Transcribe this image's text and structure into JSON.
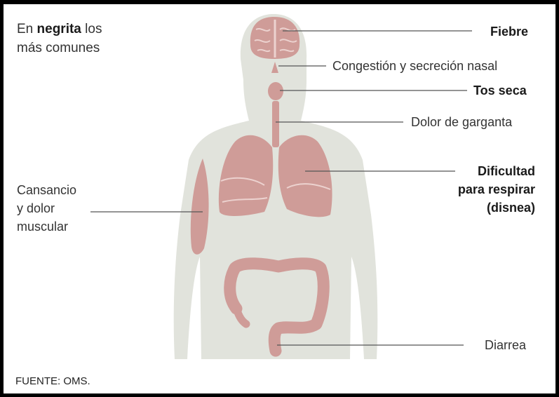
{
  "legend": {
    "prefix": "En ",
    "bold_word": "negrita",
    "suffix": " los",
    "line2": "más comunes"
  },
  "symptoms": {
    "fiebre": "Fiebre",
    "congestion": "Congestión y secreción nasal",
    "tos": "Tos seca",
    "garganta": "Dolor de garganta",
    "dificultad_1": "Dificultad",
    "dificultad_2": "para respirar",
    "dificultad_3": "(disnea)",
    "cansancio_1": "Cansancio",
    "cansancio_2": "y dolor",
    "cansancio_3": "muscular",
    "diarrea": "Diarrea"
  },
  "source": "FUENTE: OMS.",
  "colors": {
    "body": "#e1e3dc",
    "organ": "#cf9c98",
    "leader": "#555555",
    "text": "#333333"
  }
}
